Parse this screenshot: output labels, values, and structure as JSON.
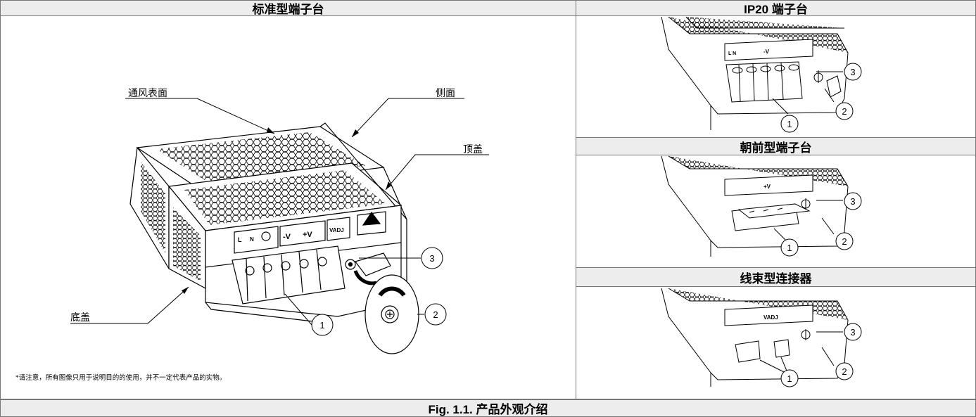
{
  "headers": {
    "standard": "标准型端子台",
    "ip20": "IP20 端子台",
    "front": "朝前型端子台",
    "harness": "线束型连接器"
  },
  "labels": {
    "vent_surface": "通风表面",
    "side": "侧面",
    "top_cover": "顶盖",
    "bottom_cover": "底盖"
  },
  "terminal_marks": {
    "l": "L",
    "n": "N",
    "minus_v": "-V",
    "plus_v": "+V",
    "vadj": "VADJ"
  },
  "callouts": [
    "1",
    "2",
    "3"
  ],
  "note": "*请注意，所有图像只用于说明目的的使用，并不一定代表产品的实物。",
  "caption": "Fig. 1.1. 产品外观介绍"
}
